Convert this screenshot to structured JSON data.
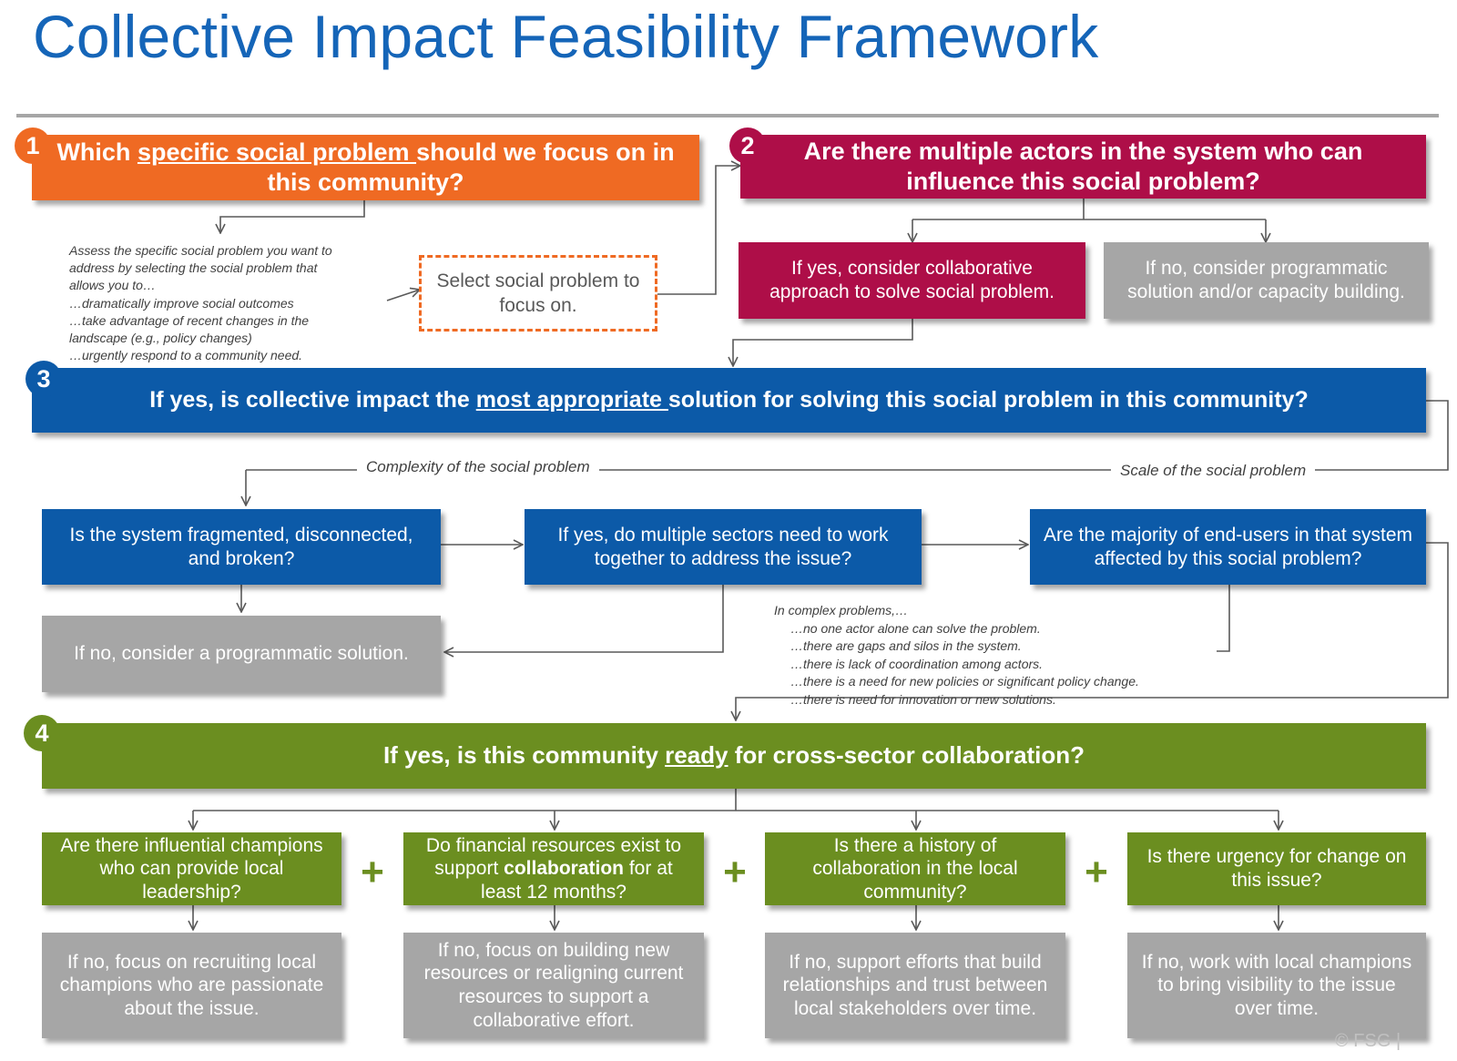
{
  "title": "Collective Impact Feasibility Framework",
  "step1": {
    "number": "1",
    "question": {
      "pre": "Which ",
      "emph": "specific social problem ",
      "post": "should we focus on in this community?"
    },
    "note_lines": [
      "Assess the specific social problem you want to",
      "address by selecting the social problem that",
      "allows you to…",
      "…dramatically improve social outcomes",
      "…take advantage of recent changes in the",
      "landscape (e.g., policy changes)",
      "…urgently respond to a community need."
    ],
    "select_box": "Select social problem to focus on."
  },
  "step2": {
    "number": "2",
    "question": "Are there multiple actors in the system who can influence this social problem?",
    "yes": "If yes, consider collaborative approach to solve social problem.",
    "no": "If no, consider programmatic solution and/or capacity building."
  },
  "step3": {
    "number": "3",
    "question": {
      "pre": "If yes, is collective impact the ",
      "emph": "most appropriate ",
      "post": "solution for solving this social problem in this community?"
    },
    "complexity_label": "Complexity of the social  problem",
    "scale_label": "Scale of the social problem",
    "q_fragmented": "Is the system fragmented, disconnected, and broken?",
    "q_sectors": "If yes, do multiple sectors need to work together to address the issue?",
    "q_endusers": "Are the majority of end-users in that system affected by this social problem?",
    "no_programmatic": "If no, consider a programmatic solution.",
    "complex_lines": [
      "In complex problems,…",
      "…no one actor alone can solve the problem.",
      "…there are gaps and silos in the system.",
      "…there is lack of coordination among actors.",
      "…there is a need for new policies or significant policy change.",
      "…there is need for innovation or new solutions."
    ]
  },
  "step4": {
    "number": "4",
    "question": {
      "pre": "If yes, is this community ",
      "emph": "ready",
      "post": " for cross-sector collaboration?"
    },
    "plus": "+",
    "criteria": [
      {
        "q": "Are there influential champions who can provide local leadership?",
        "no": "If no, focus on recruiting local champions who are passionate about the issue."
      },
      {
        "q_pre": "Do financial resources exist to support ",
        "q_emph": "collaboration",
        "q_post": " for at least 12 months?",
        "no": "If no, focus on building new resources or realigning current resources to support a collaborative effort."
      },
      {
        "q": "Is there a history of collaboration in the local community?",
        "no": "If no, support efforts that build relationships and trust between local stakeholders over time."
      },
      {
        "q": "Is there urgency for change on this issue?",
        "no": "If no, work with local champions to bring visibility to the issue over time."
      }
    ]
  },
  "copyright": "© FSG |",
  "colors": {
    "orange": "#ef6a23",
    "crimson": "#ae0e48",
    "blue": "#0c5aa8",
    "green": "#6b8e20",
    "gray": "#a6a6a6",
    "title": "#1565b8"
  }
}
